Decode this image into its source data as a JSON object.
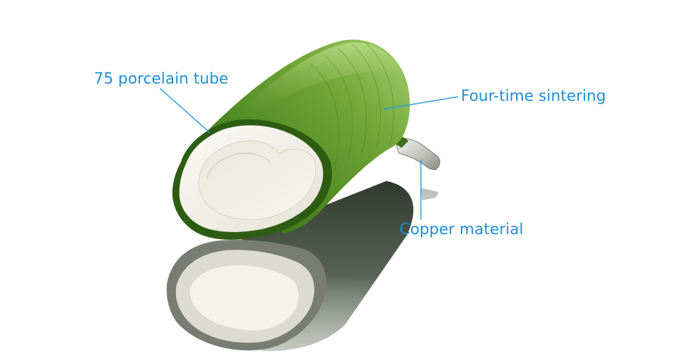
{
  "labels": {
    "porcelain_tube": "75 porcelain tube",
    "sintering": "Four-time sintering",
    "copper": "Copper material"
  },
  "colors": {
    "label_text": "#1e8fd4",
    "leader_line": "#2a9be0",
    "green_coating": "#5e9a2c",
    "green_dark": "#2e5f14",
    "green_light": "#9cc968",
    "porcelain": "#f1efe6",
    "porcelain_inner": "#e4e1d3",
    "background": "#ffffff"
  },
  "icons": {
    "photo_subject": "wirewound-resistor-cutaway"
  }
}
